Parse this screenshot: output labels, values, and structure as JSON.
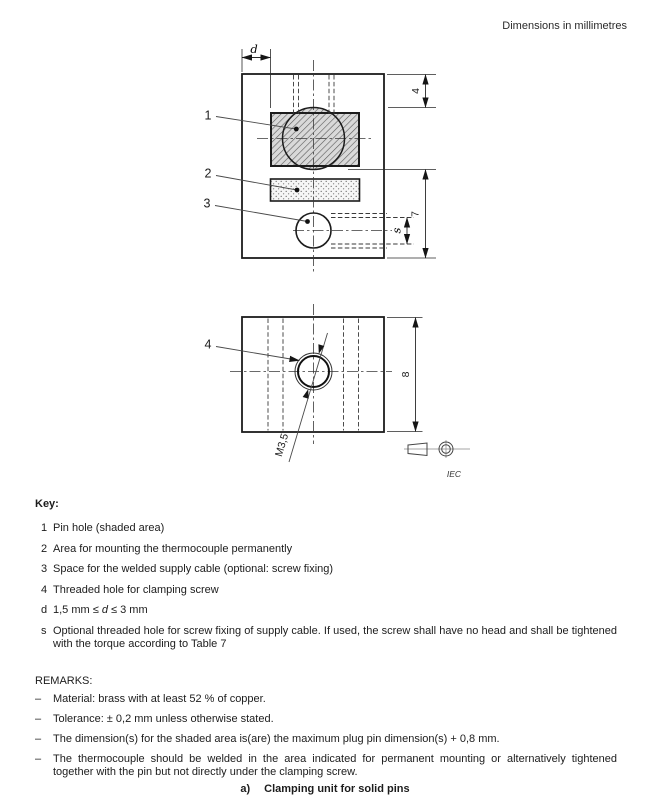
{
  "note": "Dimensions in millimetres",
  "drawing": {
    "front": {
      "leader1": "1",
      "leader2": "2",
      "leader3": "3",
      "dim_d": "d",
      "dim_top": "4",
      "dim_side": "7",
      "dim_s": "s"
    },
    "top": {
      "leader4": "4",
      "thread_label": "M3,5",
      "dim_height": "8"
    },
    "iec_label": "IEC"
  },
  "key": {
    "heading": "Key:",
    "items": [
      {
        "id": "1",
        "text": "Pin hole (shaded area)"
      },
      {
        "id": "2",
        "text": "Area for mounting the thermocouple permanently"
      },
      {
        "id": "3",
        "text": "Space for the welded supply cable (optional: screw fixing)"
      },
      {
        "id": "4",
        "text": "Threaded hole for clamping screw"
      },
      {
        "id": "d",
        "prefix": "1,5 mm ≤ ",
        "var": "d",
        "suffix": " ≤ 3 mm"
      },
      {
        "id": "s",
        "text": "Optional threaded hole for screw fixing of supply cable. If used, the screw shall have no head and shall be tightened with the torque according to Table 7"
      }
    ]
  },
  "remarks": {
    "heading": "REMARKS:",
    "dash": "–",
    "items": [
      "Material: brass with at least 52 % of copper.",
      "Tolerance: ± 0,2 mm unless otherwise stated.",
      "The dimension(s) for the shaded area is(are) the maximum plug pin dimension(s) + 0,8 mm.",
      "The thermocouple should be welded in the area indicated for permanent mounting or alternatively tightened together with the pin but not directly under the clamping screw."
    ]
  },
  "caption": {
    "prefix": "a)",
    "text": "Clamping unit for solid pins"
  },
  "colors": {
    "ink": "#1c1c1c",
    "hatch_fill": "#d9d9d9"
  }
}
